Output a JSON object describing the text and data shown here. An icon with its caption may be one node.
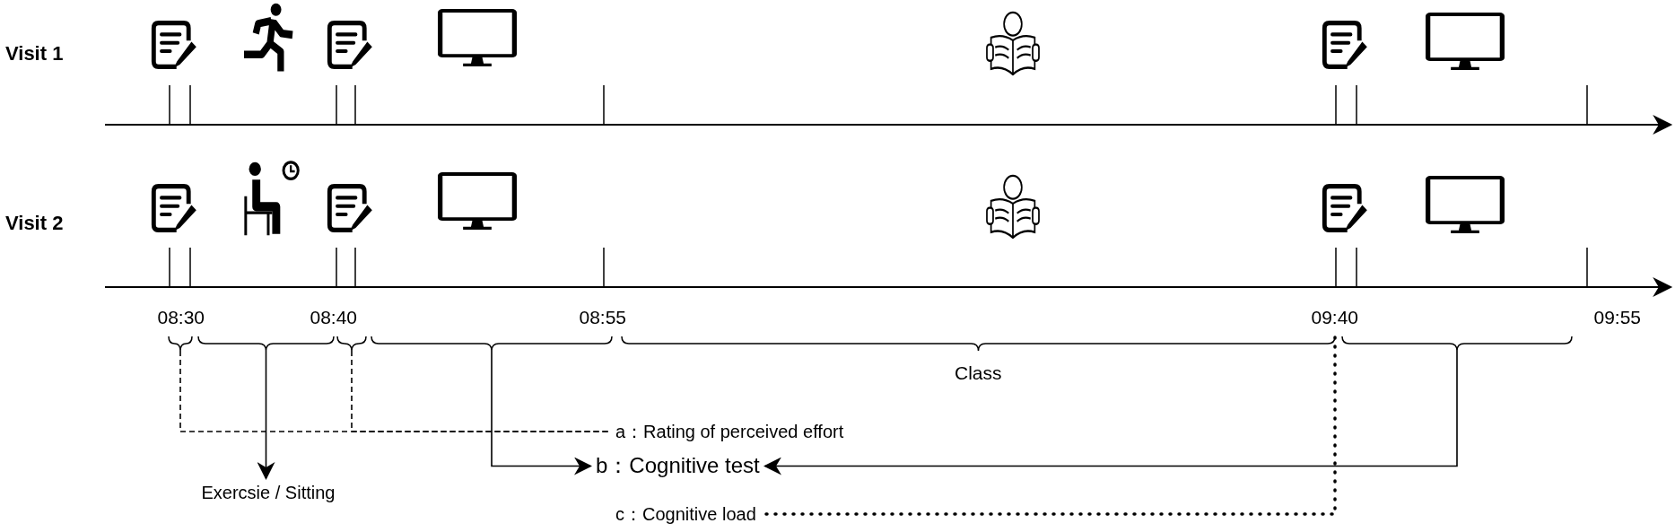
{
  "diagram": {
    "nodes": [
      {
        "text": [],
        "shape": "bracket"
      },
      {
        "text": [],
        "shape": "bracket"
      },
      {
        "text": [],
        "shape": "bracket"
      },
      {
        "text": [],
        "shape": "bracket"
      },
      {
        "text": [],
        "shape": "bracket",
        "beside": [
          "Class"
        ]
      },
      {
        "text": [],
        "shape": "bracket"
      },
      {
        "text": [
          "Exercsie / Sitting"
        ]
      },
      {
        "text": [
          "a：Rating of perceived effort"
        ]
      },
      {
        "text": [
          "b：Cognitive test"
        ]
      },
      {
        "text": [
          "c：Cognitive load"
        ]
      }
    ],
    "edges": [
      {
        "from": 0,
        "to": 7,
        "arrow": "none",
        "style": "dashed"
      },
      {
        "from": 2,
        "to": 7,
        "arrow": "none",
        "style": "dashed"
      },
      {
        "from": 1,
        "to": 6,
        "arrow": "to"
      },
      {
        "from": 3,
        "to": 8,
        "arrow": "to"
      },
      {
        "from": 5,
        "to": 8,
        "arrow": "to"
      },
      {
        "from": 4,
        "to": 9,
        "arrow": "none",
        "style": "dashed"
      }
    ],
    "labels": [
      "Visit 1",
      "Visit 2",
      "08:30",
      "08:40",
      "08:55",
      "09:40",
      "09:55"
    ]
  }
}
